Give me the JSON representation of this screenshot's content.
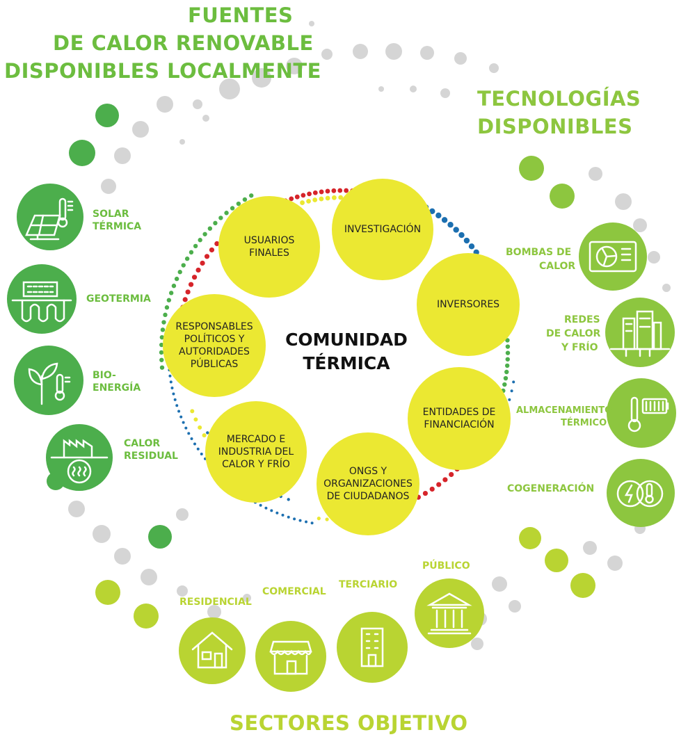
{
  "colors": {
    "green": "#4cae4c",
    "lime": "#8dc63f",
    "yellow_green": "#b9d432",
    "core_yellow": "#ebe832",
    "red": "#d6242a",
    "blue": "#1c6fb0",
    "grey": "#d5d5d5"
  },
  "headings": {
    "sources": [
      "FUENTES",
      "DE CALOR RENOVABLE",
      "DISPONIBLES LOCALMENTE"
    ],
    "technologies": [
      "TECNOLOGÍAS",
      "DISPONIBLES"
    ],
    "sectors": "SECTORES OBJETIVO"
  },
  "center": "COMUNIDAD\nTÉRMICA",
  "actors": [
    "INVESTIGACIÓN",
    "INVERSORES",
    "ENTIDADES DE\nFINANCIACIÓN",
    "ONGS Y\nORGANIZACIONES\nDE CIUDADANOS",
    "MERCADO E\nINDUSTRIA DEL\nCALOR Y FRÍO",
    "RESPONSABLES\nPOLÍTICOS Y\nAUTORIDADES\nPÚBLICAS",
    "USUARIOS\nFINALES"
  ],
  "sources": [
    {
      "label": [
        "SOLAR",
        "TÉRMICA"
      ],
      "icon": "solar-thermal-icon"
    },
    {
      "label": [
        "GEOTERMIA"
      ],
      "icon": "geothermal-icon"
    },
    {
      "label": [
        "BIO-",
        "ENERGÍA"
      ],
      "icon": "bioenergy-icon"
    },
    {
      "label": [
        "CALOR",
        "RESIDUAL"
      ],
      "icon": "waste-heat-icon"
    }
  ],
  "technologies": [
    {
      "label": [
        "BOMBAS DE",
        "CALOR"
      ],
      "icon": "heat-pump-icon"
    },
    {
      "label": [
        "REDES",
        "DE CALOR",
        "Y FRÍO"
      ],
      "icon": "district-network-icon"
    },
    {
      "label": [
        "ALMACENAMIENTO",
        "TÉRMICO"
      ],
      "icon": "thermal-storage-icon"
    },
    {
      "label": [
        "COGENERACIÓN"
      ],
      "icon": "cogeneration-icon"
    }
  ],
  "sectors": [
    {
      "label": "RESIDENCIAL",
      "icon": "house-icon"
    },
    {
      "label": "COMERCIAL",
      "icon": "shop-icon"
    },
    {
      "label": "TERCIARIO",
      "icon": "office-building-icon"
    },
    {
      "label": "PÚBLICO",
      "icon": "public-building-icon"
    }
  ]
}
